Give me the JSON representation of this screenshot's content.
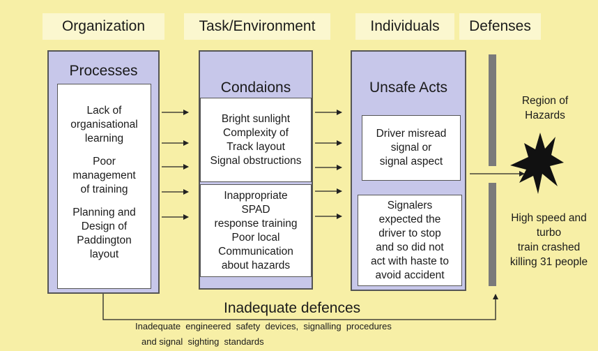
{
  "headers": {
    "organization": "Organization",
    "task_environment": "Task/Environment",
    "individuals": "Individuals",
    "defenses": "Defenses"
  },
  "columns": {
    "processes": {
      "title": "Processes",
      "items": [
        "Lack of",
        "organisational",
        "learning",
        "",
        "Poor",
        "management",
        "of training",
        "",
        "Planning and",
        "Design of",
        "Paddington",
        "layout"
      ]
    },
    "conditions": {
      "title": "Condaions",
      "upper": [
        "Bright sunlight",
        "Complexity of",
        "Track layout",
        "Signal obstructions"
      ],
      "lower": [
        "Inappropriate",
        "SPAD",
        "response training",
        "Poor local",
        "Communication",
        "about hazards"
      ]
    },
    "unsafe_acts": {
      "title": "Unsafe Acts",
      "upper": [
        "Driver misread",
        "signal or",
        "signal aspect"
      ],
      "lower": [
        "Signalers",
        "expected the",
        "driver to stop",
        "and so did not",
        "act with haste to",
        "avoid accident"
      ]
    }
  },
  "region": [
    "Region of",
    "Hazards"
  ],
  "outcome": [
    "High speed and",
    "turbo",
    "train crashed",
    "killing 31 people"
  ],
  "bottom": {
    "title": "Inadequate defences",
    "line1": "Inadequate  engineered  safety  devices,  signalling  procedures",
    "line2": "and signal  sighting  standards"
  }
}
